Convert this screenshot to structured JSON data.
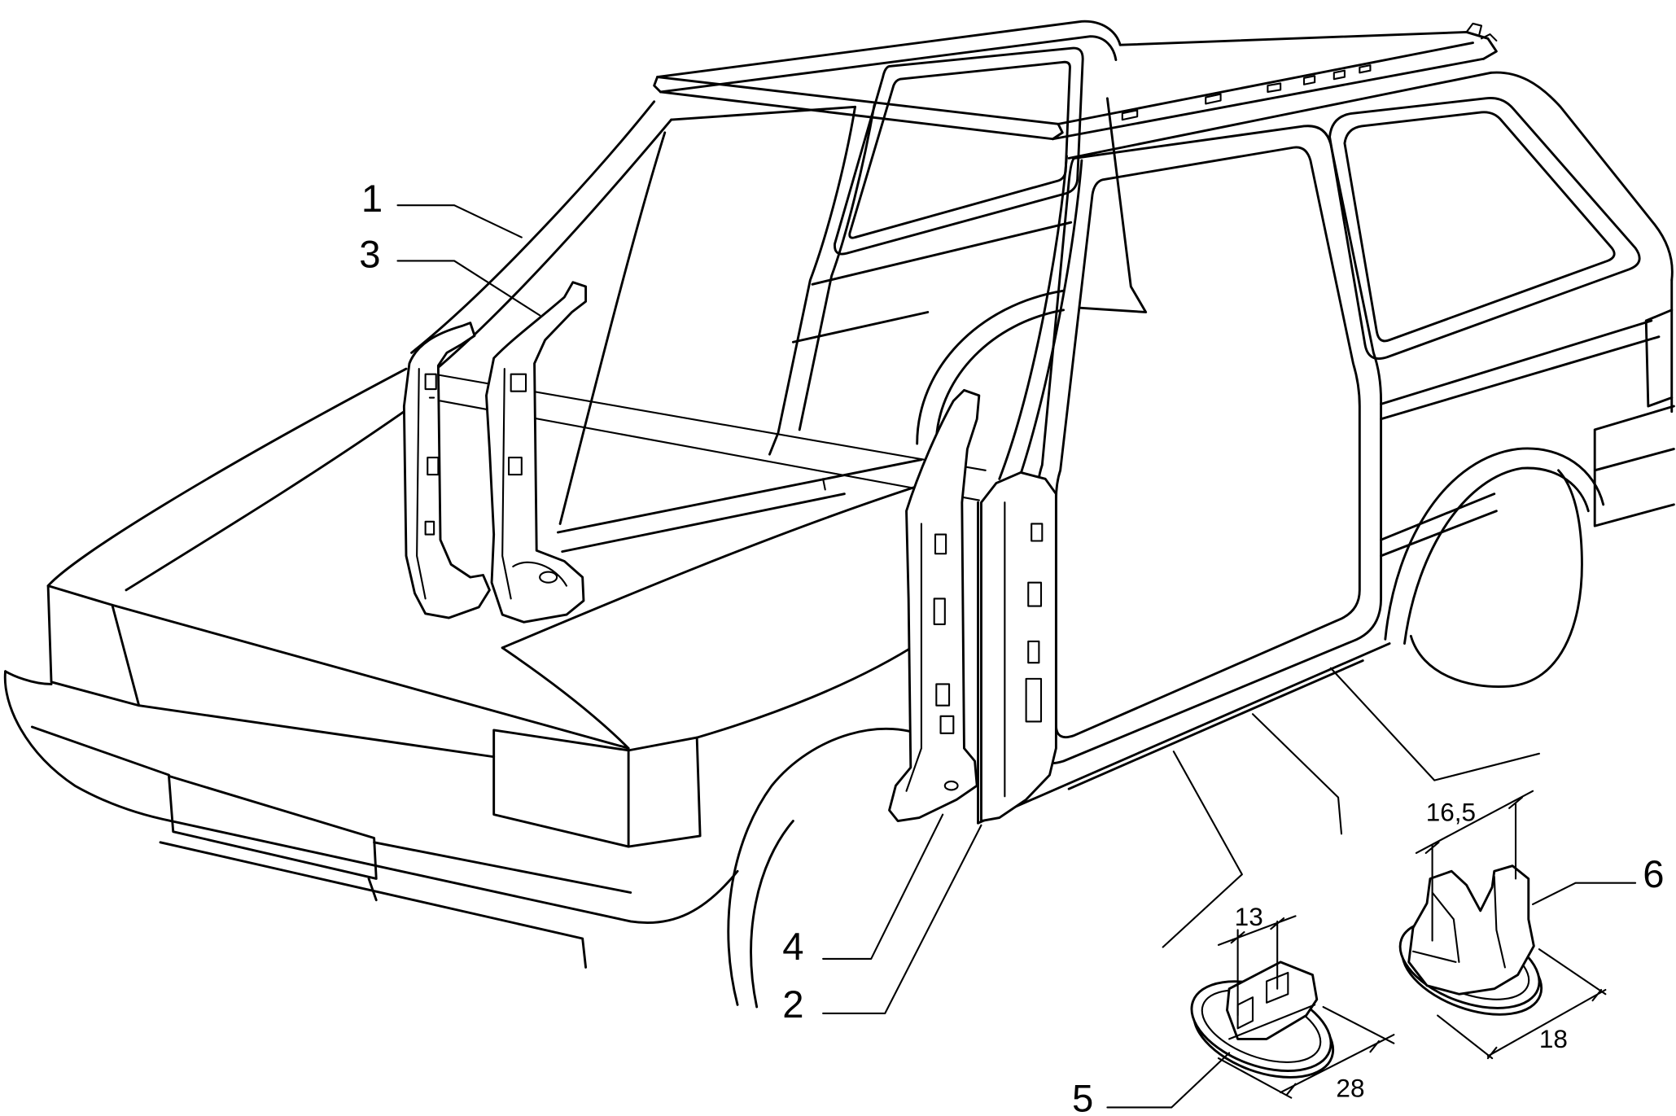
{
  "callouts": [
    "1",
    "3",
    "4",
    "2",
    "5",
    "6"
  ],
  "dimensions": [
    "13",
    "28",
    "16,5",
    "18"
  ]
}
